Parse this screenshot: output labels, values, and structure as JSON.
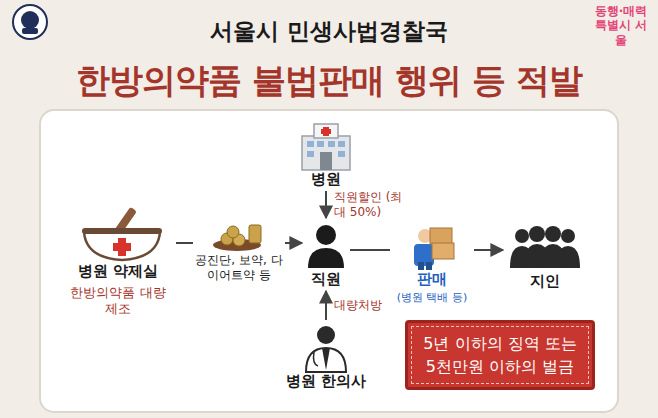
{
  "diagram": {
    "title": "한방의약품 불법판매 행위 등 적발",
    "nodes": [
      {
        "text": [
          "병원"
        ]
      },
      {
        "text": [
          "병원 약제실",
          "한방의약품 대량 제조"
        ]
      },
      {
        "text": [
          "직원"
        ]
      },
      {
        "text": [
          "판매",
          "(병원 택배 등)"
        ]
      },
      {
        "text": [
          "지인"
        ]
      },
      {
        "text": [
          "5년 이하의 징역 또는 5천만원 이하의 벌금"
        ]
      },
      {
        "text": [
          "병원 한의사"
        ]
      }
    ],
    "edges": [
      {
        "from": 0,
        "to": 2,
        "label": "직원할인 (최대 50%)",
        "arrow": "to"
      },
      {
        "from": 1,
        "to": 2,
        "label": "공진단, 보약, 다이어트약 등",
        "arrow": "to"
      },
      {
        "from": 6,
        "to": 2,
        "label": "대량처방",
        "arrow": "to"
      },
      {
        "from": 2,
        "to": 3,
        "arrow": "none"
      },
      {
        "from": 3,
        "to": 4,
        "arrow": "to"
      }
    ],
    "labels": [
      "서울시 민생사법경찰국",
      "동행·매력 특별시 서울"
    ]
  }
}
